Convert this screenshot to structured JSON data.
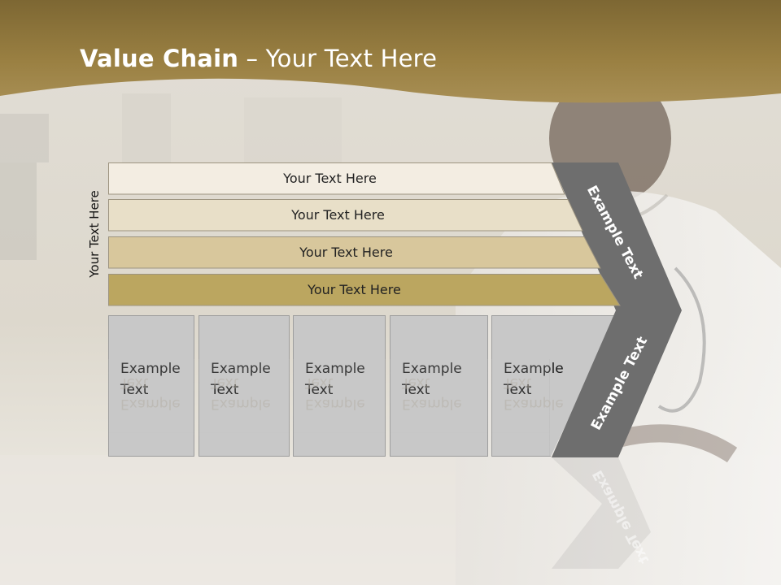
{
  "slide": {
    "title_bold": "Value Chain",
    "title_rest": " – Your Text Here",
    "side_label": "Your Text Here"
  },
  "bars": [
    {
      "label": "Your Text Here",
      "color": "#f3ede2"
    },
    {
      "label": "Your Text Here",
      "color": "#e8dfc8"
    },
    {
      "label": "Your Text Here",
      "color": "#d8c79c"
    },
    {
      "label": "Your Text Here",
      "color": "#bba660"
    }
  ],
  "cards": [
    {
      "line1": "Example",
      "line2": "Text"
    },
    {
      "line1": "Example",
      "line2": "Text"
    },
    {
      "line1": "Example",
      "line2": "Text"
    },
    {
      "line1": "Example",
      "line2": "Text"
    },
    {
      "line1": "Example",
      "line2": "Text"
    }
  ],
  "chevron": {
    "upper_label": "Example Text",
    "lower_label": "Example Text",
    "color": "#6e6e6e"
  },
  "colors": {
    "header_gold": "#9a8040",
    "header_gold_dark": "#7a6330"
  }
}
